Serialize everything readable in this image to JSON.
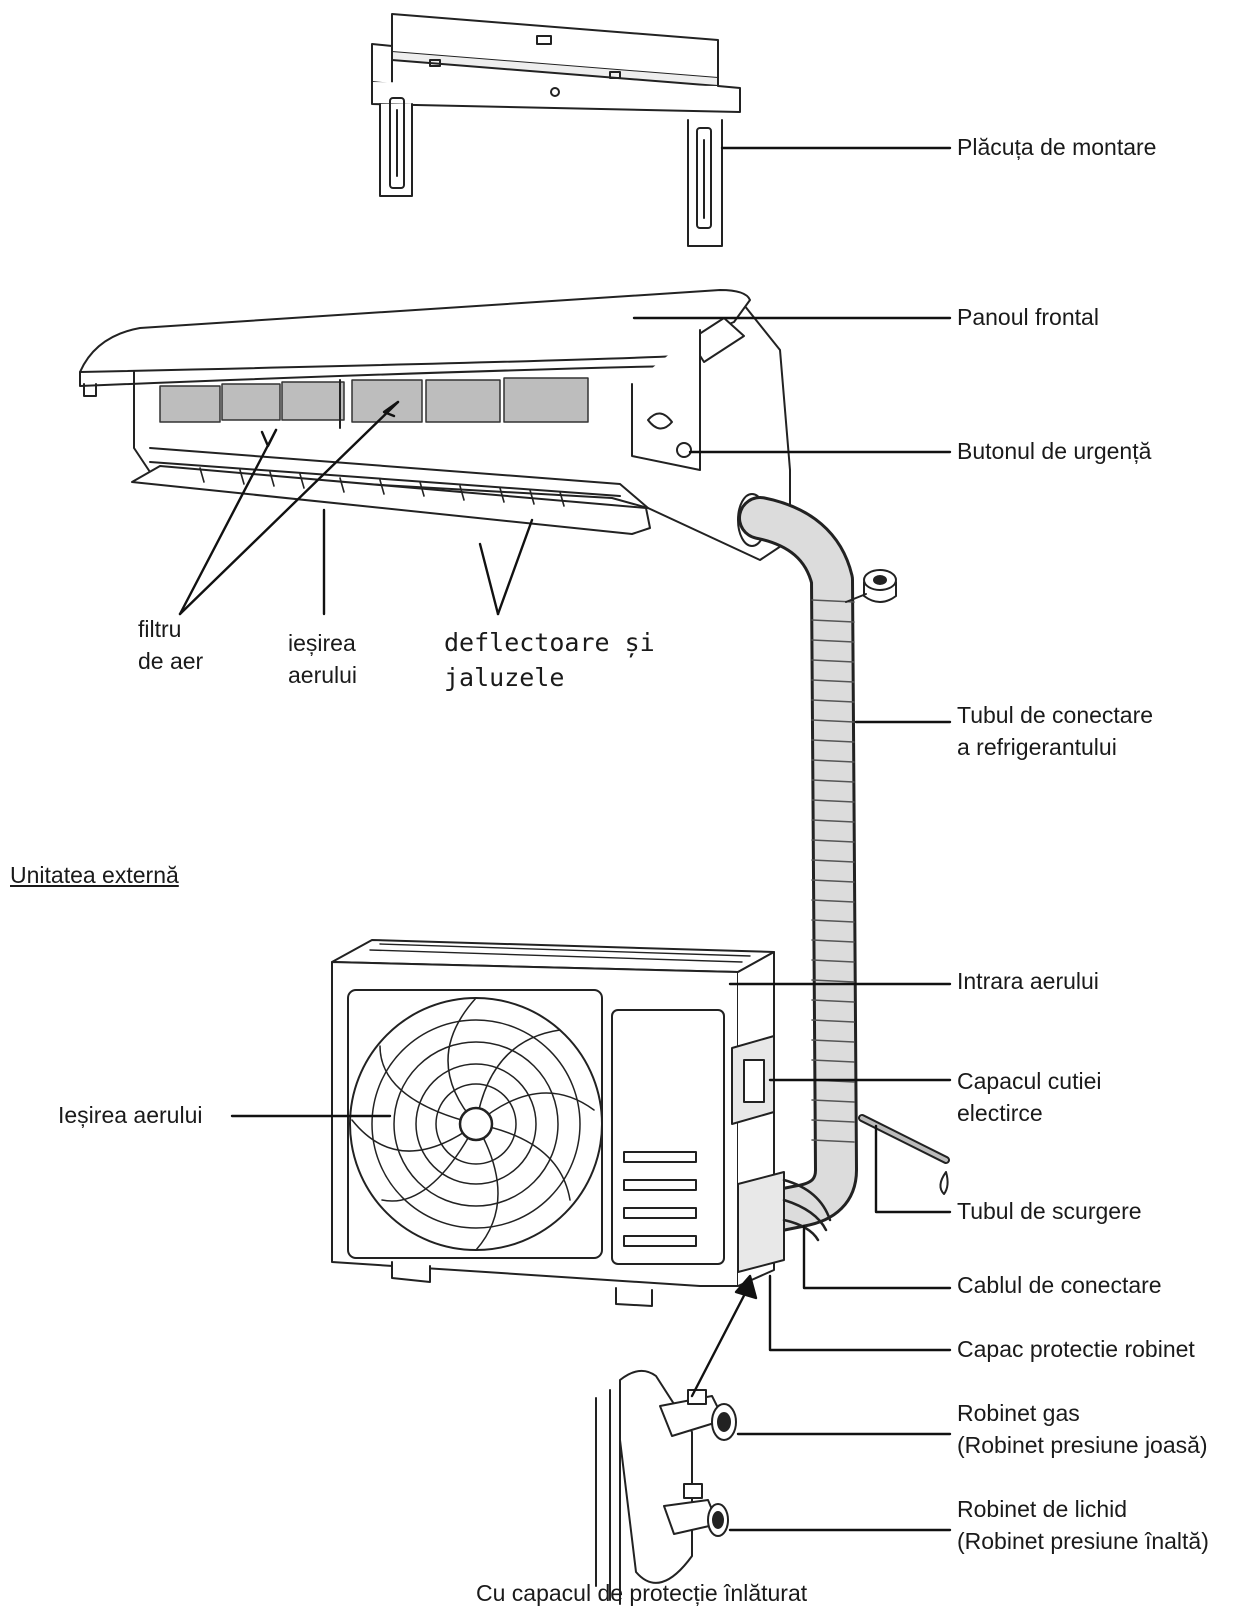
{
  "labels": {
    "mounting_plate": "Plăcuța de montare",
    "front_panel": "Panoul frontal",
    "emergency_button": "Butonul de urgență",
    "air_filter": [
      "filtru",
      "de aer"
    ],
    "indoor_air_outlet": [
      "ieșirea",
      "aerului"
    ],
    "deflectors": [
      "deflectoare și",
      "jaluzele"
    ],
    "refrigerant_pipe": [
      "Tubul de conectare",
      "a refrigerantului"
    ],
    "outdoor_unit": "Unitatea externă",
    "air_inlet": "Intrara aerului",
    "outdoor_air_outlet": "Ieșirea aerului",
    "electric_box_cover": [
      "Capacul cutiei",
      "electirce"
    ],
    "drain_pipe": "Tubul de scurgere",
    "connecting_cable": "Cablul de conectare",
    "valve_cover": "Capac protectie robinet",
    "gas_valve": [
      "Robinet gas",
      "(Robinet presiune joasă)"
    ],
    "liquid_valve": [
      "Robinet de lichid",
      "(Robinet presiune înaltă)"
    ],
    "cover_removed": "Cu capacul de protecție înlăturat"
  }
}
